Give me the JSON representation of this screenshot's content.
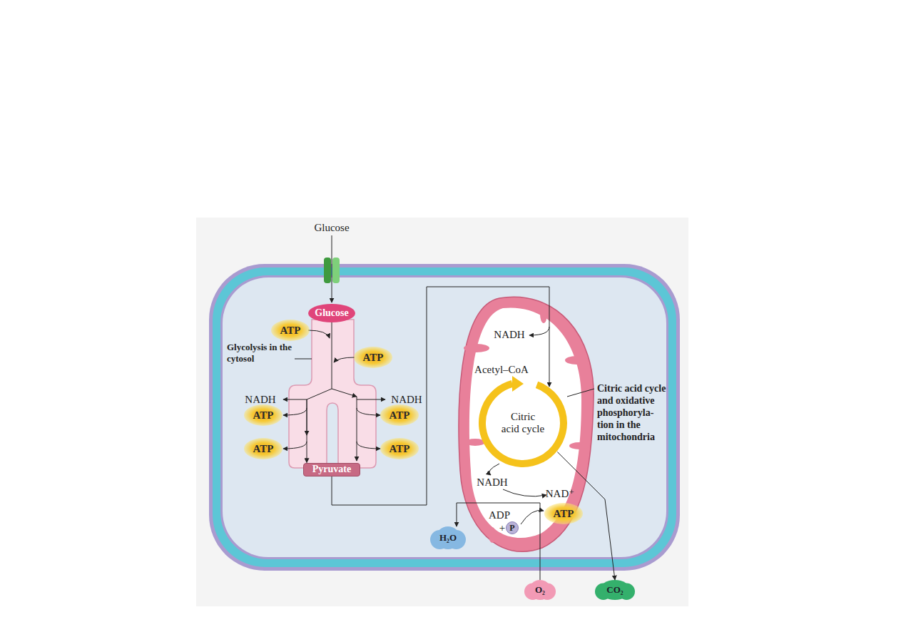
{
  "diagram": {
    "nodes": [
      {
        "text": [
          "Glucose"
        ]
      },
      {
        "text": [
          "ATP"
        ]
      },
      {
        "text": [
          "ATP"
        ]
      },
      {
        "text": [
          "ATP"
        ]
      },
      {
        "text": [
          "ATP"
        ]
      },
      {
        "text": [
          "ATP"
        ]
      },
      {
        "text": [
          "ATP"
        ]
      },
      {
        "text": [
          "Pyruvate"
        ]
      },
      {
        "text": [
          "Citric acid cycle"
        ]
      },
      {
        "text": [
          "ATP"
        ]
      },
      {
        "text": [
          "P"
        ]
      },
      {
        "text": [
          "H₂O"
        ]
      },
      {
        "text": [
          "O₂"
        ]
      },
      {
        "text": [
          "CO₂"
        ]
      }
    ],
    "edges": [
      {
        "from": 0,
        "to": 7,
        "arrow": "to"
      },
      {
        "from": 7,
        "to": 8,
        "arrow": "to"
      },
      {
        "from": 8,
        "to": 13,
        "arrow": "to"
      },
      {
        "from": 12,
        "to": 11,
        "arrow": "to"
      }
    ],
    "labels": [
      "Glucose",
      "Glycolysis in the cytosol",
      "NADH",
      "NADH",
      "NADH",
      "Acetyl–CoA",
      "Citric acid cycle and oxidative phosphoryla- tion in the mitochondria",
      "NADH",
      "NAD⁺",
      "ADP",
      "+"
    ]
  }
}
